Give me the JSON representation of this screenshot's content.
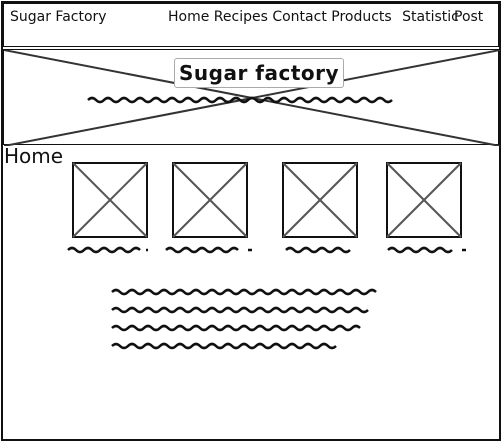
{
  "nav": {
    "brand": "Sugar Factory",
    "links": [
      "Home",
      "Recipes",
      "Contact",
      "Products",
      "Statistic"
    ],
    "last_link": "Post"
  },
  "hero": {
    "title": "Sugar factory"
  },
  "main": {
    "heading": "Home",
    "image_count": 4
  }
}
